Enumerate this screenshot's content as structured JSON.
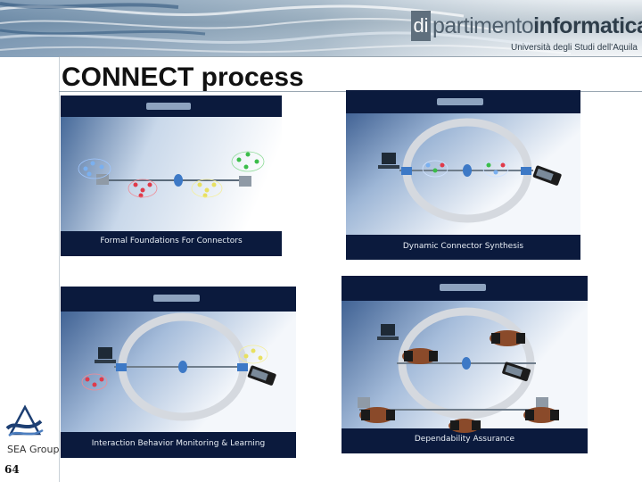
{
  "header": {
    "brand_prefix": "di",
    "brand_name_light": "partimento",
    "brand_name_bold": "informatica",
    "brand_subtitle": "Università degli Studi dell'Aquila"
  },
  "slide": {
    "title": "CONNECT process",
    "panels": [
      {
        "caption": "Formal Foundations For Connectors"
      },
      {
        "caption": "Dynamic Connector Synthesis"
      },
      {
        "caption": "Interaction Behavior Monitoring & Learning"
      },
      {
        "caption": "Dependability Assurance"
      }
    ]
  },
  "footer": {
    "group": "SEA Group",
    "page_number": "64"
  },
  "colors": {
    "panel_top": "#0b1a3d",
    "panel_mid": "#5f88b8",
    "panel_light": "#f2f6fb",
    "ring": "#c9ced6",
    "connector_blue": "#3d79c6"
  }
}
